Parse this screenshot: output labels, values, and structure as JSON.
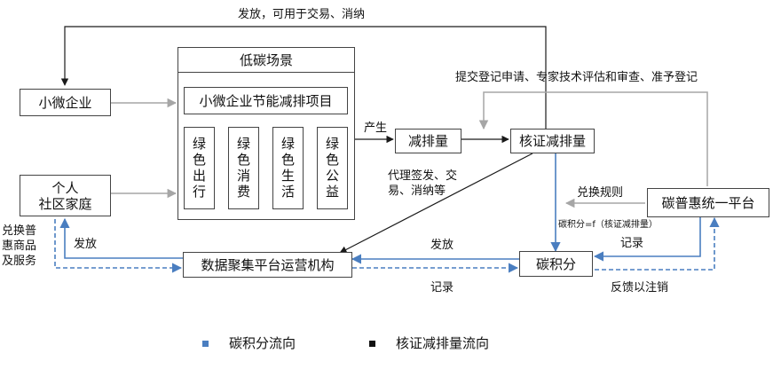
{
  "nodes": {
    "small_micro_enterprise": "小微企业",
    "individual": "个人",
    "community_family": "社区家庭",
    "low_carbon_scenario": "低碳场景",
    "energy_saving_project": "小微企业节能减排项目",
    "green_travel": "绿色出行",
    "green_consumption": "绿色消费",
    "green_life": "绿色生活",
    "green_charity": "绿色公益",
    "emission_reduction": "减排量",
    "verified_reduction": "核证减排量",
    "platform": "碳普惠统一平台",
    "data_operator": "数据聚集平台运营机构",
    "carbon_points": "碳积分"
  },
  "labels": {
    "issue_trade_cancel": "发放，可用于交易、消纳",
    "submit_register": "提交登记申请、专家技术评估和审查、准予登记",
    "produce": "产生",
    "agent_issue_line1": "代理签发、交",
    "agent_issue_line2": "易、消纳等",
    "exchange_rule": "兑换规则",
    "formula": "碳积分=f（核证减排量）",
    "record_right": "记录",
    "issue_middle": "发放",
    "record_bottom": "记录",
    "feedback_cancel": "反馈以注销",
    "issue_left": "发放",
    "redeem_line1": "兑换普",
    "redeem_line2": "惠商品",
    "redeem_line3": "及服务"
  },
  "legend": {
    "carbon_points_flow": "碳积分流向",
    "verified_flow": "核证减排量流向"
  },
  "colors": {
    "points_flow": "#4a7ec0",
    "verified_flow": "#1a1a1a",
    "feedback_gray": "#a6a6a6"
  }
}
